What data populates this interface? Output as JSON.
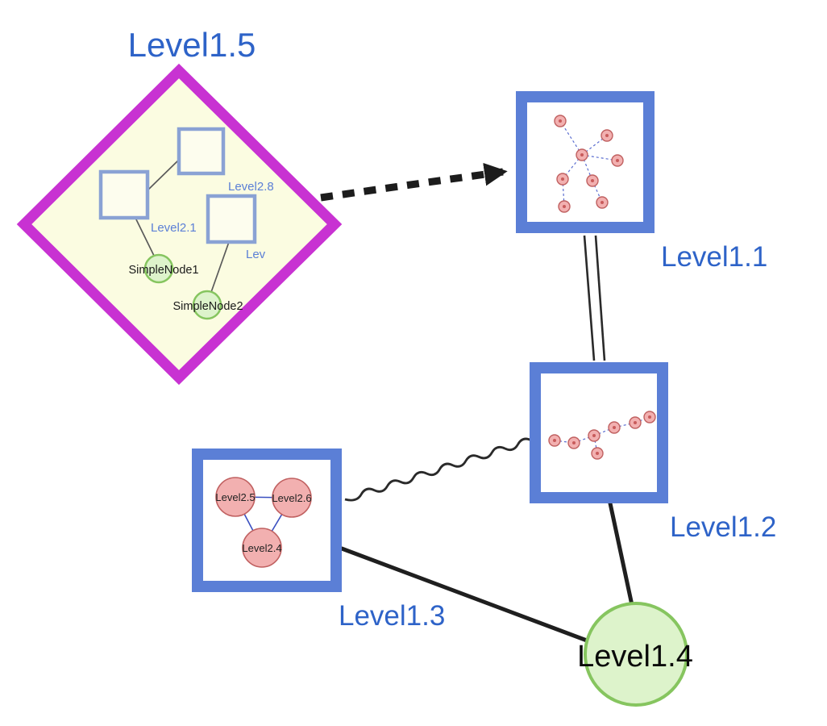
{
  "colors": {
    "label-blue": "#2e63c8",
    "diamond-stroke": "#c832d2",
    "diamond-fill": "#fbfce1",
    "group-border": "#5b7fd6",
    "green-fill": "#ddf3cb",
    "green-stroke": "#86c55f",
    "pink-fill": "#f2b0b0",
    "pink-stroke": "#c06060",
    "edge-dark": "#1f1f1f",
    "inner-square-stroke": "#8aa2d4",
    "subedge-blue": "#5b6ed0"
  },
  "nodes": {
    "level15": {
      "label": "Level1.5",
      "shape": "diamond-group"
    },
    "level11": {
      "label": "Level1.1",
      "shape": "square-group"
    },
    "level12": {
      "label": "Level1.2",
      "shape": "square-group"
    },
    "level13": {
      "label": "Level1.3",
      "shape": "square-group"
    },
    "level14": {
      "label": "Level1.4",
      "shape": "circle"
    },
    "level28": {
      "label": "Level2.8",
      "shape": "square"
    },
    "level21": {
      "label": "Level2.1",
      "shape": "square"
    },
    "lev": {
      "label": "Lev",
      "shape": "square"
    },
    "simplenode1": {
      "label": "SimpleNode1",
      "shape": "circle"
    },
    "simplenode2": {
      "label": "SimpleNode2",
      "shape": "circle"
    },
    "level25": {
      "label": "Level2.5",
      "shape": "circle"
    },
    "level26": {
      "label": "Level2.6",
      "shape": "circle"
    },
    "level24": {
      "label": "Level2.4",
      "shape": "circle"
    }
  },
  "edges": [
    {
      "from": "Level1.5",
      "to": "Level1.1",
      "style": "bold-dashed-arrow"
    },
    {
      "from": "Level1.1",
      "to": "Level1.2",
      "style": "double-line"
    },
    {
      "from": "Level1.3",
      "to": "Level1.2",
      "style": "wavy"
    },
    {
      "from": "Level1.3",
      "to": "Level1.4",
      "style": "solid"
    },
    {
      "from": "Level1.2",
      "to": "Level1.4",
      "style": "solid"
    },
    {
      "from": "Level2.1",
      "to": "Level2.8",
      "style": "thin"
    },
    {
      "from": "Level2.1",
      "to": "SimpleNode1",
      "style": "thin"
    },
    {
      "from": "Lev",
      "to": "SimpleNode2",
      "style": "thin"
    },
    {
      "from": "Level2.5",
      "to": "Level2.6",
      "style": "thin-blue"
    },
    {
      "from": "Level2.5",
      "to": "Level2.4",
      "style": "thin-blue"
    },
    {
      "from": "Level2.6",
      "to": "Level2.4",
      "style": "thin-blue"
    }
  ]
}
